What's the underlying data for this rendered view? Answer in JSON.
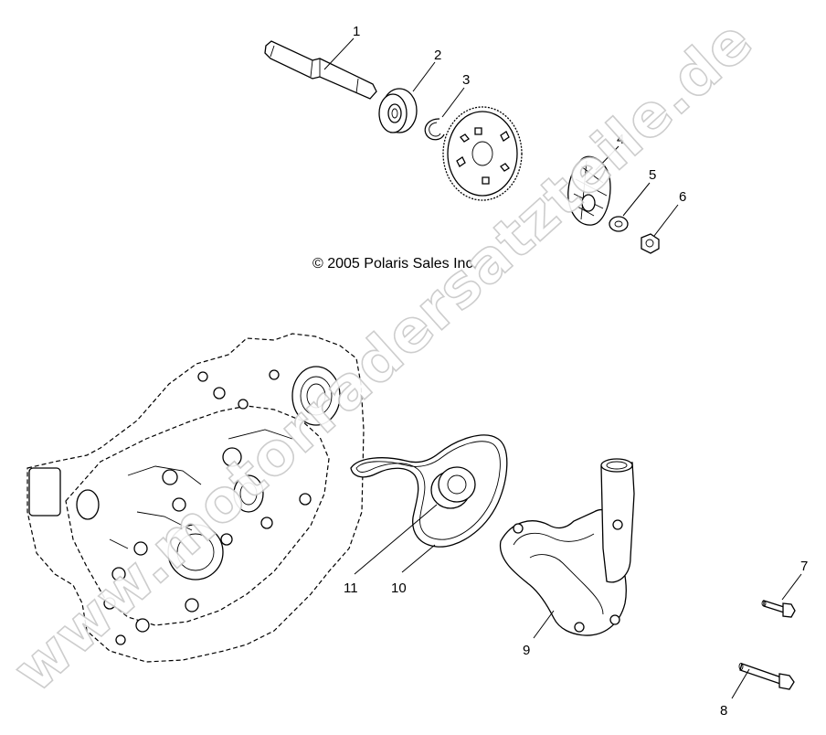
{
  "copyright": "© 2005 Polaris Sales Inc.",
  "watermark": "www.motorradersatzteile.de",
  "callouts": [
    "1",
    "2",
    "3",
    "4",
    "5",
    "6",
    "7",
    "8",
    "9",
    "10",
    "11"
  ]
}
